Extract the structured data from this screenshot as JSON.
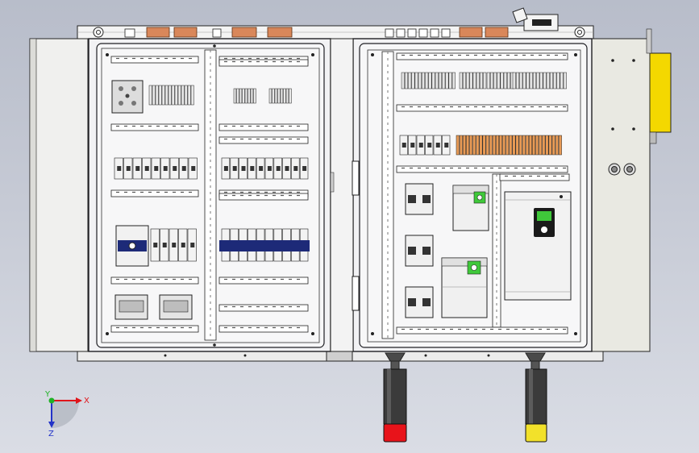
{
  "viewport": {
    "background_top": "#b8bdca",
    "background_bottom": "#dadde5"
  },
  "colors": {
    "panel_face": "#f2f2f4",
    "panel_edge": "#1f1f24",
    "side_panel": "#e9e9e2",
    "din_rail": "#d6d6d6",
    "terminal": "#e4e4e4",
    "terminal_orange": "#e89a55",
    "cable_gland": "#d9875a",
    "beacon_red": "#e8131a",
    "beacon_yellow": "#f2e12a",
    "beacon_body": "#3b3b3b",
    "warning_box": "#f4d800",
    "hmi_green": "#3fc83a",
    "highlight_blue": "#1d2a78",
    "axis_x": "#e0141a",
    "axis_y": "#1fb226",
    "axis_z": "#2233c8"
  },
  "axis_triad": {
    "x_label": "X",
    "y_label": "Y",
    "z_label": "Z"
  },
  "components": {
    "left_door": "left-cabinet-door",
    "right_door": "right-cabinet-door",
    "red_beacon": "red-stack-light",
    "yellow_beacon": "yellow-stack-light",
    "vfd_large": "large-drive",
    "vfd_small_1": "small-drive-1",
    "vfd_small_2": "small-drive-2",
    "warning_box": "yellow-box"
  }
}
